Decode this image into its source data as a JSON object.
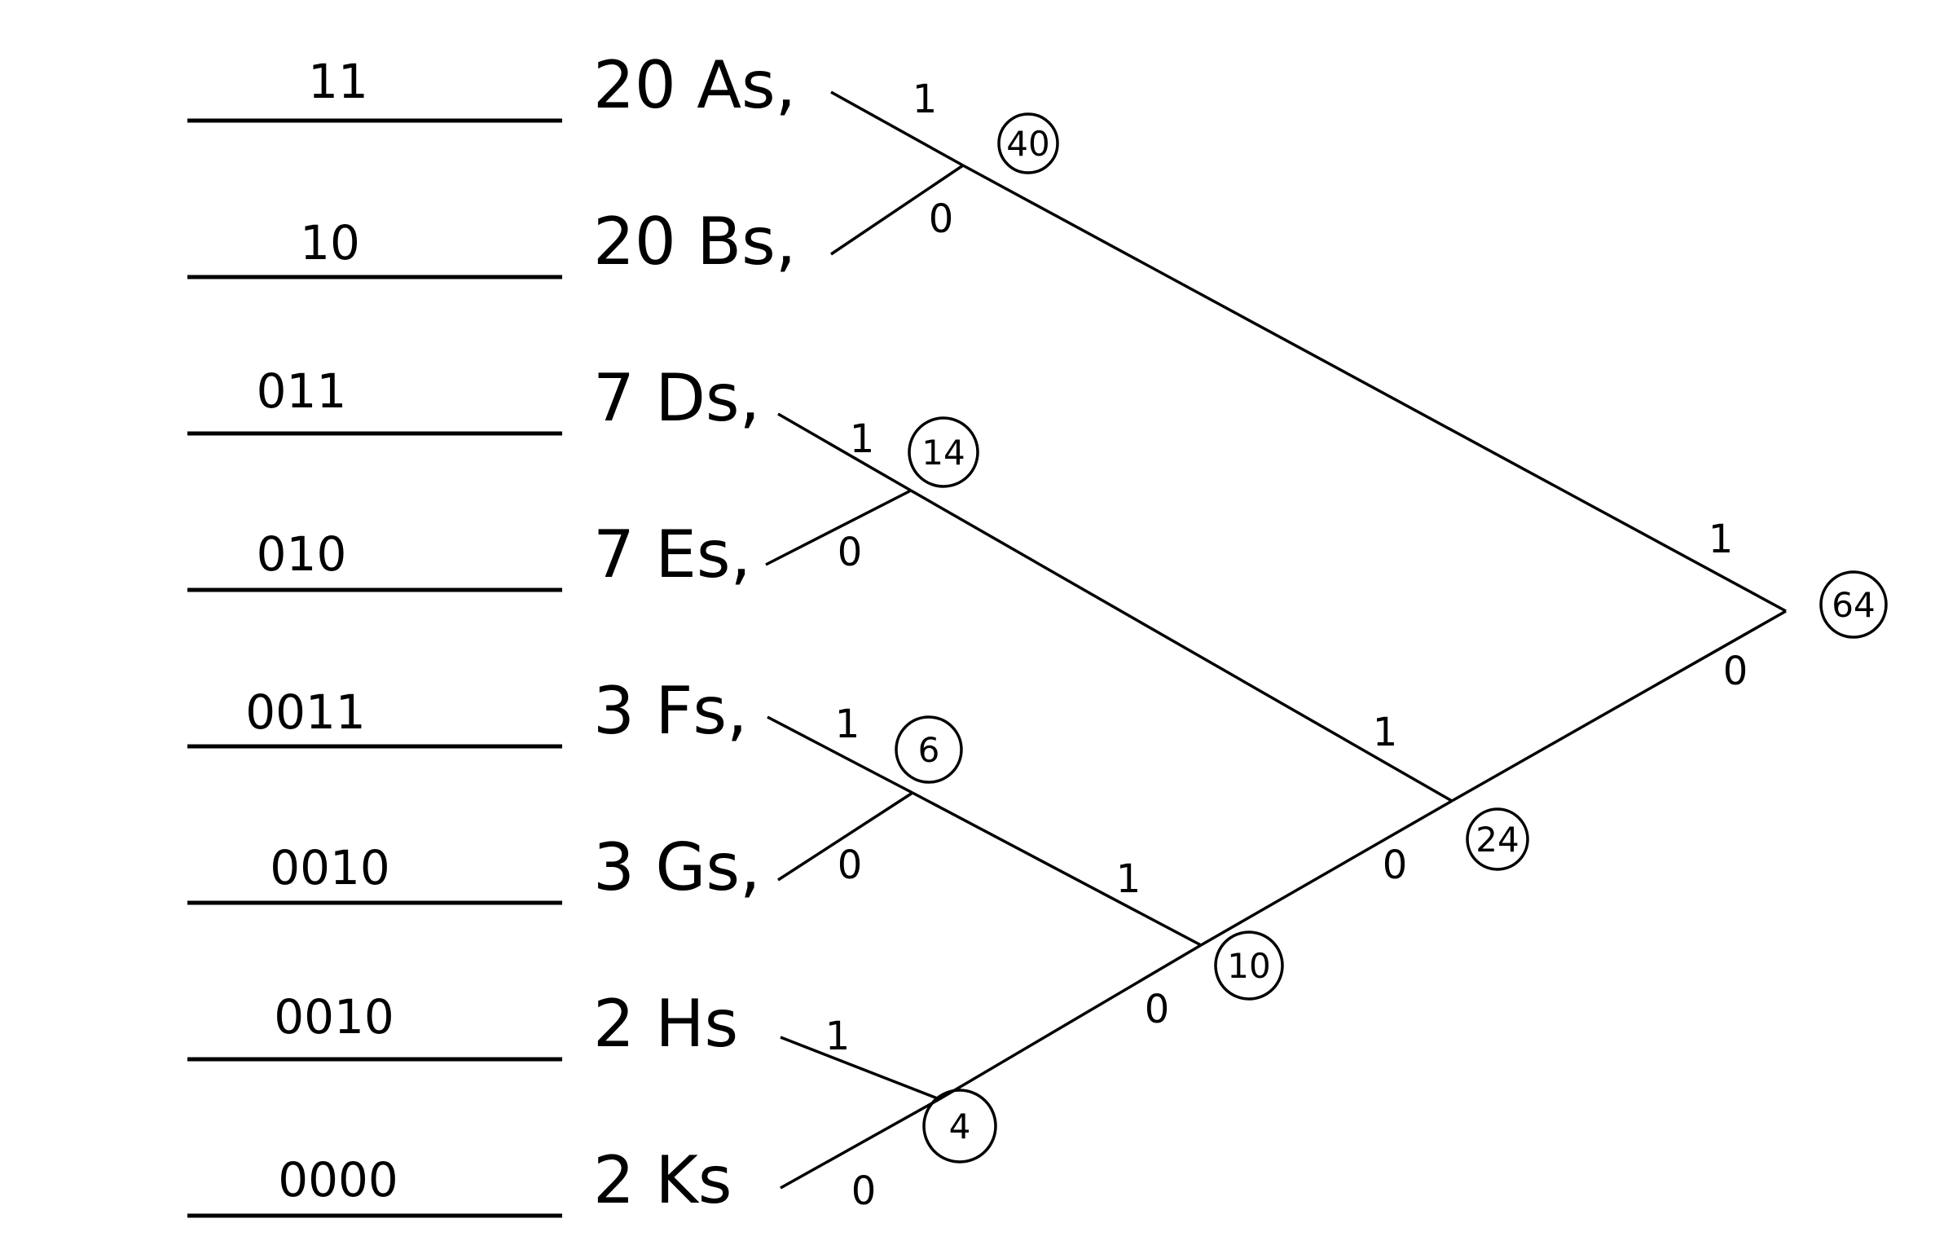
{
  "rows": [
    {
      "label": "20 As,",
      "code": "11"
    },
    {
      "label": "20 Bs,",
      "code": "10"
    },
    {
      "label": "7 Ds,",
      "code": "011"
    },
    {
      "label": "7 Es,",
      "code": "010"
    },
    {
      "label": "3 Fs,",
      "code": "0011"
    },
    {
      "label": "3 Gs,",
      "code": "0010"
    },
    {
      "label": "2 Hs",
      "code": "0010"
    },
    {
      "label": "2 Ks",
      "code": "0000"
    }
  ],
  "nodes": [
    {
      "id": "ab",
      "value": "40"
    },
    {
      "id": "de",
      "value": "14"
    },
    {
      "id": "fg",
      "value": "6"
    },
    {
      "id": "hk",
      "value": "4"
    },
    {
      "id": "fghk",
      "value": "10"
    },
    {
      "id": "low",
      "value": "24"
    },
    {
      "id": "root",
      "value": "64"
    }
  ],
  "branch_labels": {
    "a": "1",
    "b": "0",
    "d": "1",
    "e": "0",
    "f": "1",
    "g": "0",
    "h": "1",
    "k": "0",
    "fg_up": "1",
    "hk_down": "0",
    "de_up": "1",
    "fghk_down": "0",
    "ab_up": "1",
    "low_down": "0"
  }
}
